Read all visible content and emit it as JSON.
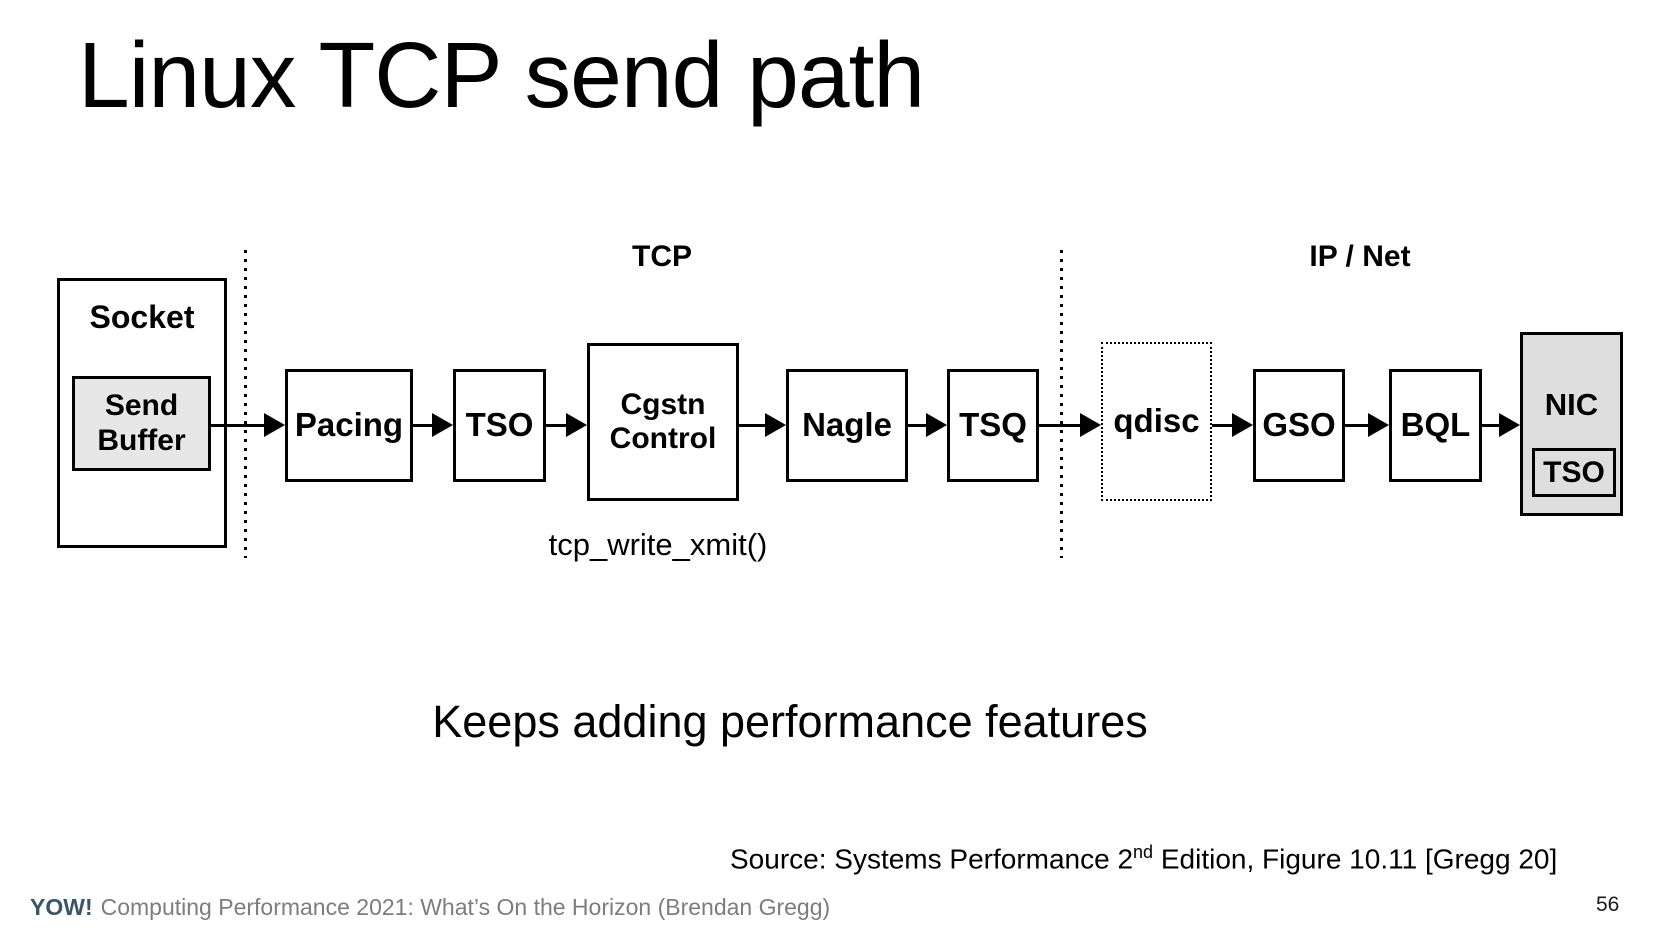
{
  "slide": {
    "title": "Linux TCP send path",
    "caption": "Keeps adding performance features",
    "function_label": "tcp_write_xmit()",
    "source": {
      "prefix": "Source: Systems Performance 2",
      "superscript": "nd",
      "suffix": " Edition, Figure 10.11 [Gregg 20]"
    },
    "footer": {
      "brand": "YOW!",
      "note": "Computing Performance 2021: What’s On the Horizon (Brendan Gregg)"
    },
    "page_number": "56"
  },
  "diagram": {
    "sections": [
      {
        "label": "TCP"
      },
      {
        "label": "IP / Net"
      }
    ],
    "socket": {
      "label": "Socket",
      "buffer_line1": "Send",
      "buffer_line2": "Buffer"
    },
    "nodes": [
      {
        "label": "Pacing"
      },
      {
        "label": "TSO"
      },
      {
        "label": "Cgstn",
        "label2": "Control"
      },
      {
        "label": "Nagle"
      },
      {
        "label": "TSQ"
      },
      {
        "label": "qdisc"
      },
      {
        "label": "GSO"
      },
      {
        "label": "BQL"
      }
    ],
    "nic": {
      "label": "NIC",
      "sub_label": "TSO"
    }
  },
  "colors": {
    "box_fill_gray": "#e3e3e3",
    "nic_fill_gray": "#dedede",
    "brand_navy": "#3a5469",
    "footer_gray": "#7d7d7d"
  }
}
